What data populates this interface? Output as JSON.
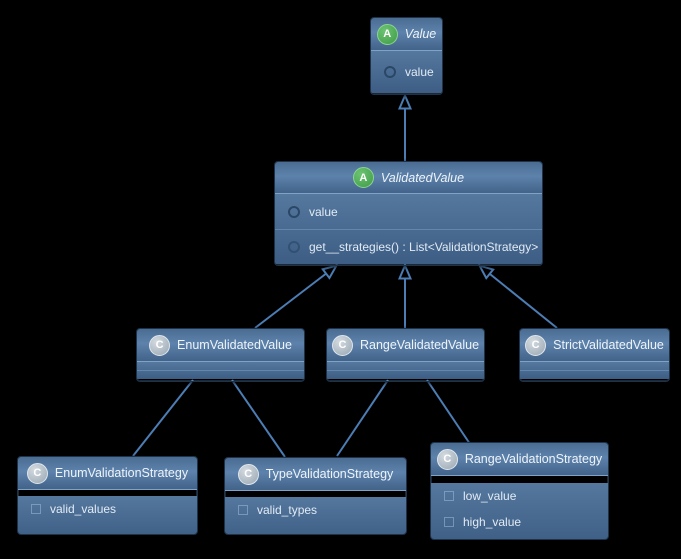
{
  "diagram": {
    "kind": "uml-class-diagram",
    "colors": {
      "background": "#000000",
      "edge": "#4c7db4",
      "box_header_top": "#5d82ab",
      "box_header_bottom": "#42638a",
      "box_body_top": "#55789f",
      "box_body_bottom": "#3d5d84",
      "abstract_badge": "#4db153",
      "class_badge": "#b0bcc6"
    },
    "classes": [
      {
        "name": "Value",
        "badge": "A",
        "stereotype": "abstract",
        "fields": [
          {
            "name": "value",
            "icon": "field-circle-icon"
          }
        ],
        "methods": []
      },
      {
        "name": "ValidatedValue",
        "badge": "A",
        "stereotype": "abstract",
        "fields": [
          {
            "name": "value",
            "icon": "field-circle-icon"
          }
        ],
        "methods": [
          {
            "name": "get__strategies() : List<ValidationStrategy>",
            "icon": "method-circle-icon"
          }
        ]
      },
      {
        "name": "EnumValidatedValue",
        "badge": "C",
        "stereotype": "class",
        "fields": [],
        "methods": []
      },
      {
        "name": "RangeValidatedValue",
        "badge": "C",
        "stereotype": "class",
        "fields": [],
        "methods": []
      },
      {
        "name": "StrictValidatedValue",
        "badge": "C",
        "stereotype": "class",
        "fields": [],
        "methods": []
      },
      {
        "name": "EnumValidationStrategy",
        "badge": "C",
        "stereotype": "class",
        "fields": [
          {
            "name": "valid_values",
            "icon": "field-square-icon"
          }
        ],
        "methods": []
      },
      {
        "name": "TypeValidationStrategy",
        "badge": "C",
        "stereotype": "class",
        "fields": [
          {
            "name": "valid_types",
            "icon": "field-square-icon"
          }
        ],
        "methods": []
      },
      {
        "name": "RangeValidationStrategy",
        "badge": "C",
        "stereotype": "class",
        "fields": [
          {
            "name": "low_value",
            "icon": "field-square-icon"
          },
          {
            "name": "high_value",
            "icon": "field-square-icon"
          }
        ],
        "methods": []
      }
    ],
    "relations": [
      {
        "from": "ValidatedValue",
        "to": "Value",
        "type": "inheritance"
      },
      {
        "from": "EnumValidatedValue",
        "to": "ValidatedValue",
        "type": "inheritance"
      },
      {
        "from": "RangeValidatedValue",
        "to": "ValidatedValue",
        "type": "inheritance"
      },
      {
        "from": "StrictValidatedValue",
        "to": "ValidatedValue",
        "type": "inheritance"
      },
      {
        "from": "EnumValidatedValue",
        "to": "EnumValidationStrategy",
        "type": "association"
      },
      {
        "from": "EnumValidatedValue",
        "to": "TypeValidationStrategy",
        "type": "association"
      },
      {
        "from": "RangeValidatedValue",
        "to": "TypeValidationStrategy",
        "type": "association"
      },
      {
        "from": "RangeValidatedValue",
        "to": "RangeValidationStrategy",
        "type": "association"
      }
    ]
  }
}
